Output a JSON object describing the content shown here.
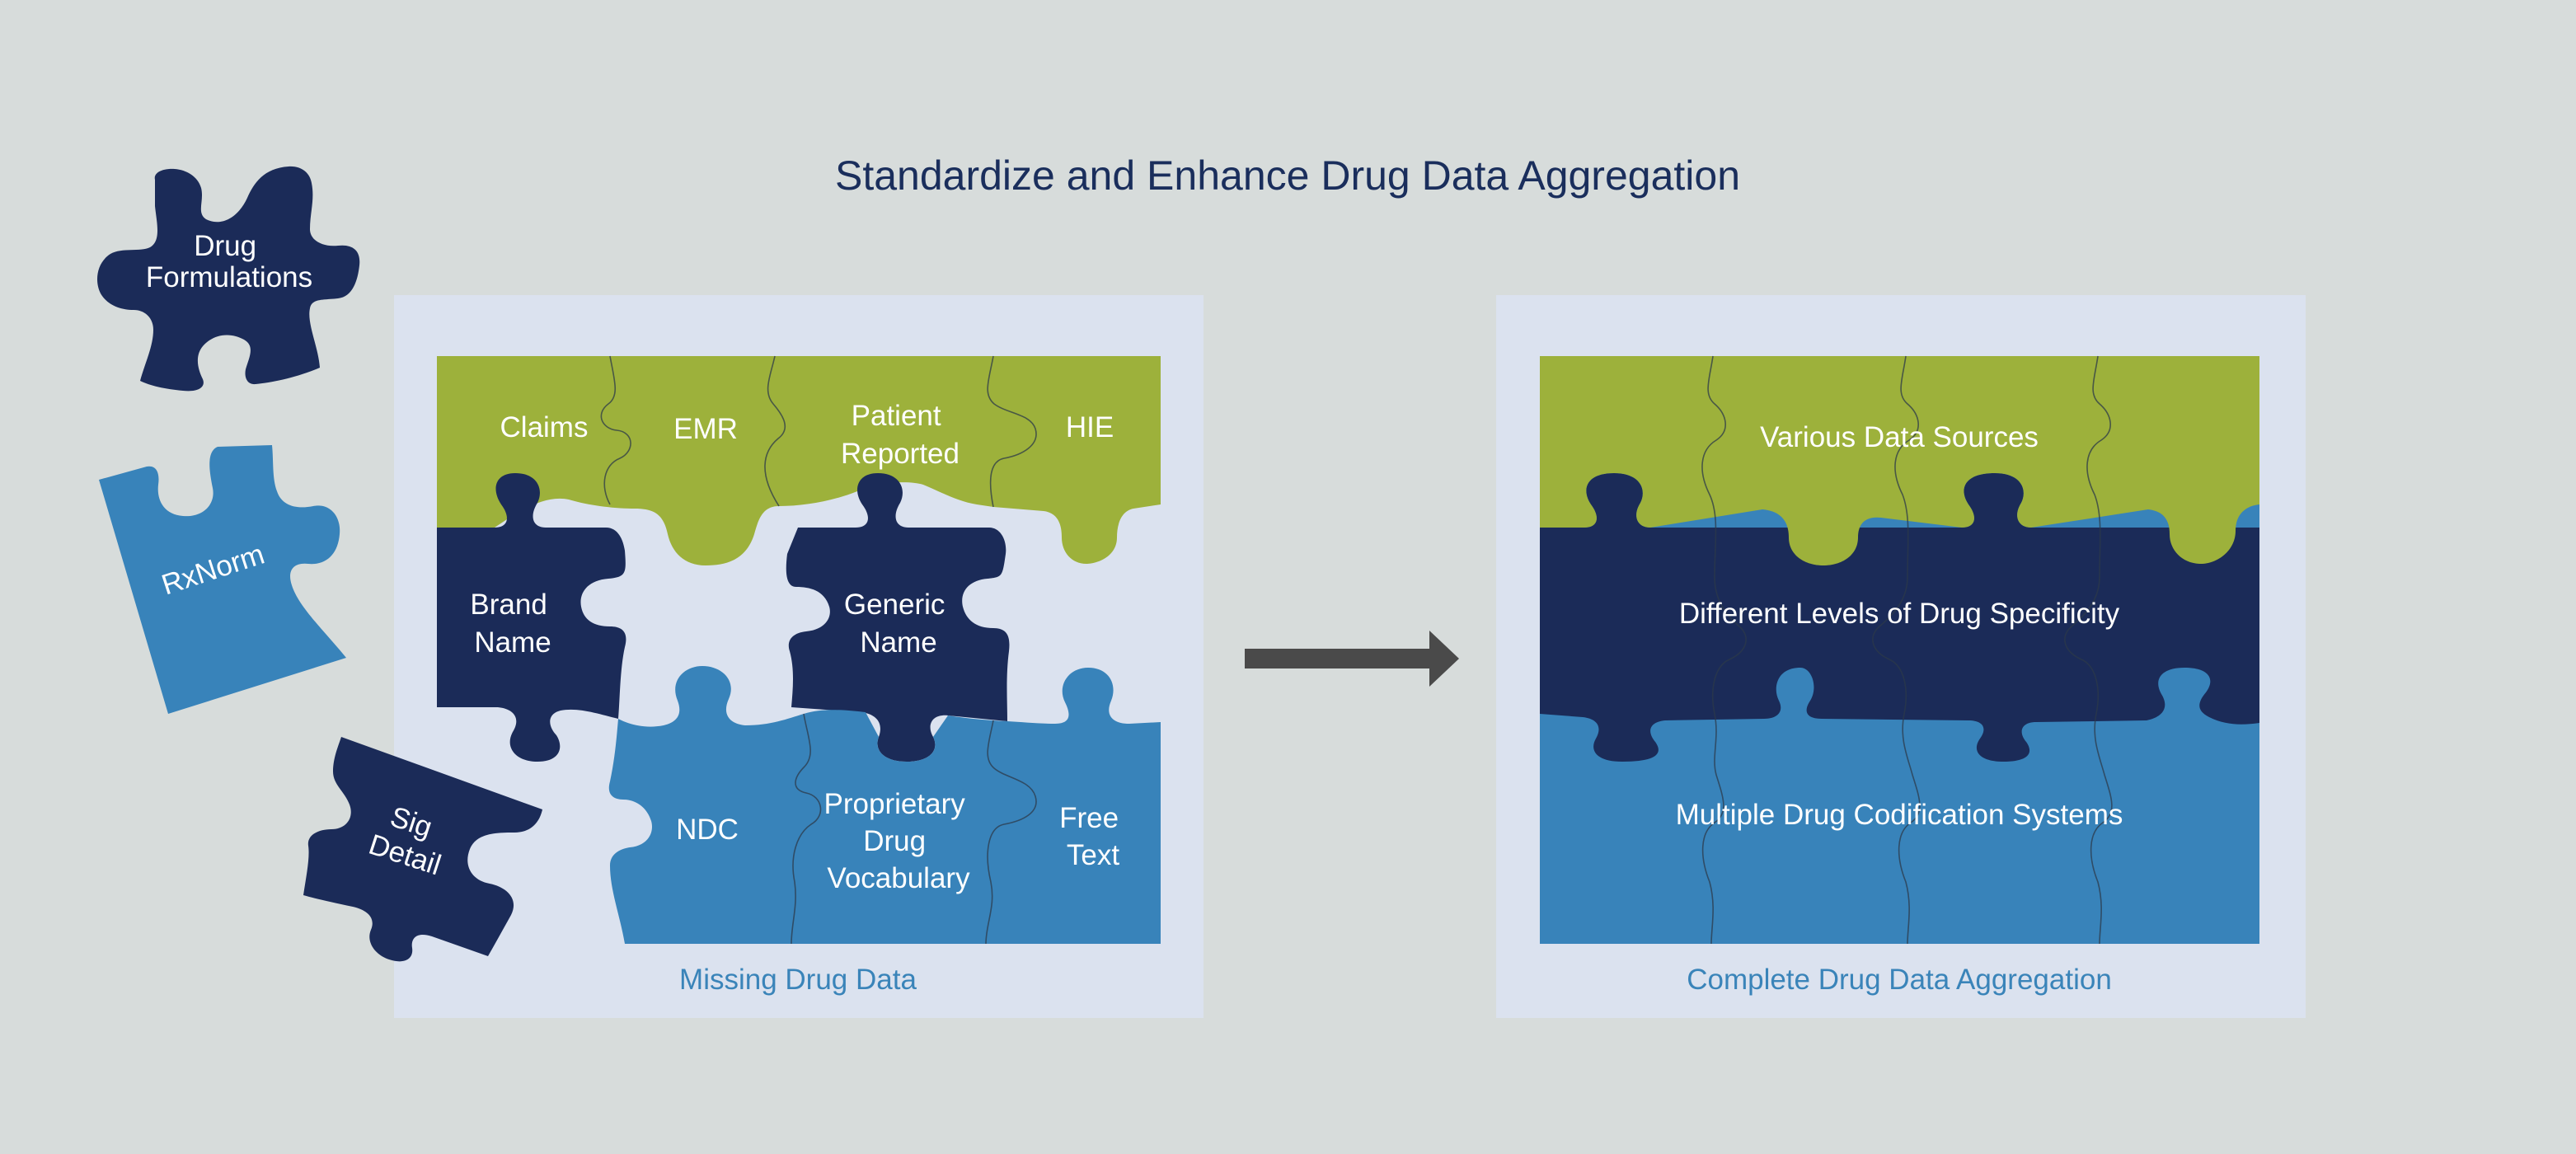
{
  "title": "Standardize and Enhance Drug Data Aggregation",
  "colors": {
    "background": "#d7dcdb",
    "panel": "#dbe2ef",
    "green": "#9db13b",
    "navy": "#1b2b58",
    "blue": "#3883ba",
    "caption": "#3a84b9",
    "title": "#1a2e5c",
    "arrow": "#4a4a4a"
  },
  "loose_pieces": {
    "drug_formulations": {
      "lines": [
        "Drug",
        "Formulations"
      ]
    },
    "rxnorm": {
      "label": "RxNorm"
    },
    "sig_detail": {
      "lines": [
        "Sig",
        "Detail"
      ]
    }
  },
  "left_panel": {
    "caption": "Missing Drug Data",
    "pieces": {
      "claims": "Claims",
      "emr": "EMR",
      "patient_reported": [
        "Patient",
        "Reported"
      ],
      "hie": "HIE",
      "brand_name": [
        "Brand",
        "Name"
      ],
      "generic_name": [
        "Generic",
        "Name"
      ],
      "ndc": "NDC",
      "proprietary_vocab": [
        "Proprietary",
        "Drug",
        "Vocabulary"
      ],
      "free_text": [
        "Free",
        "Text"
      ]
    }
  },
  "arrow": {
    "icon": "right-arrow-icon"
  },
  "right_panel": {
    "caption": "Complete Drug Data Aggregation",
    "rows": {
      "top": "Various Data Sources",
      "middle": "Different Levels of Drug Specificity",
      "bottom": "Multiple Drug Codification Systems"
    }
  }
}
